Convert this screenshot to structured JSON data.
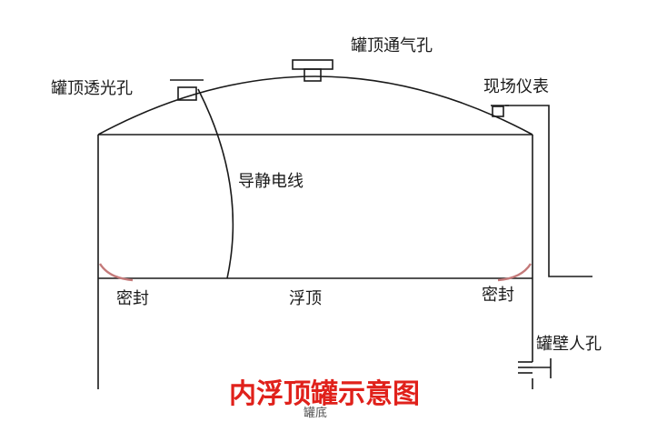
{
  "labels": {
    "top_vent": "罐顶通气孔",
    "light_hole": "罐顶透光孔",
    "field_instrument": "现场仪表",
    "static_wire": "导静电线",
    "seal_left": "密封",
    "seal_right": "密封",
    "floating_roof": "浮顶",
    "wall_manhole": "罐壁人孔",
    "bottom_partial": "罐底"
  },
  "title": "内浮顶罐示意图",
  "colors": {
    "line": "#1a1a1a",
    "seal": "#c47a7a",
    "title": "#e0211b"
  }
}
